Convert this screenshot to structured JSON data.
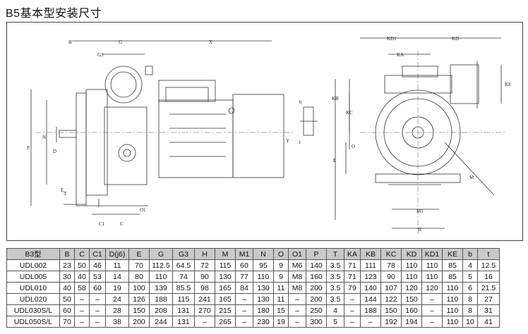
{
  "title": "B5基本型安装尺寸",
  "drawing": {
    "labels_top": [
      "B",
      "G",
      "X",
      "G3",
      "KD1",
      "KD",
      "KA"
    ],
    "labels_left": [
      "P",
      "N",
      "D",
      "E",
      "T",
      "C1",
      "C",
      "O1"
    ],
    "labels_right": [
      "Y",
      "KE",
      "KB",
      "KC",
      "b",
      "t",
      "O",
      "E",
      "M",
      "M1",
      "H"
    ]
  },
  "table": {
    "headers": [
      "B3型",
      "B",
      "C",
      "C1",
      "D(j6)",
      "E",
      "G",
      "G3",
      "H",
      "M",
      "M1",
      "N",
      "O",
      "O1",
      "P",
      "T",
      "KA",
      "KB",
      "KC",
      "KD",
      "KD1",
      "KE",
      "b",
      "t"
    ],
    "rows": [
      [
        "UDL002",
        "23",
        "50",
        "46",
        "11",
        "70",
        "112.5",
        "64.5",
        "72",
        "115",
        "60",
        "95",
        "9",
        "M6",
        "140",
        "3.5",
        "71",
        "111",
        "78",
        "110",
        "110",
        "85",
        "4",
        "12.5"
      ],
      [
        "UDL005",
        "30",
        "40",
        "53",
        "14",
        "80",
        "110",
        "74",
        "90",
        "130",
        "77",
        "110",
        "9",
        "M8",
        "160",
        "3.5",
        "71",
        "123",
        "90",
        "110",
        "110",
        "85",
        "5",
        "16"
      ],
      [
        "UDL010",
        "40",
        "58",
        "60",
        "19",
        "100",
        "139",
        "85.5",
        "98",
        "165",
        "84",
        "130",
        "11",
        "M8",
        "200",
        "3.5",
        "79",
        "140",
        "107",
        "120",
        "120",
        "110",
        "6",
        "21.5"
      ],
      [
        "UDL020",
        "50",
        "–",
        "–",
        "24",
        "126",
        "188",
        "115",
        "241",
        "165",
        "–",
        "130",
        "11",
        "–",
        "200",
        "3.5",
        "–",
        "144",
        "122",
        "150",
        "–",
        "110",
        "8",
        "27"
      ],
      [
        "UDL030S/L",
        "60",
        "–",
        "–",
        "28",
        "150",
        "208",
        "131",
        "270",
        "215",
        "–",
        "180",
        "15",
        "–",
        "250",
        "4",
        "–",
        "188",
        "150",
        "160",
        "–",
        "110",
        "8",
        "31"
      ],
      [
        "UDL050S/L",
        "70",
        "–",
        "–",
        "38",
        "200",
        "244",
        "131",
        "–",
        "265",
        "–",
        "230",
        "19",
        "–",
        "300",
        "5",
        "–",
        "–",
        "192",
        "194",
        "–",
        "110",
        "10",
        "41"
      ]
    ]
  }
}
